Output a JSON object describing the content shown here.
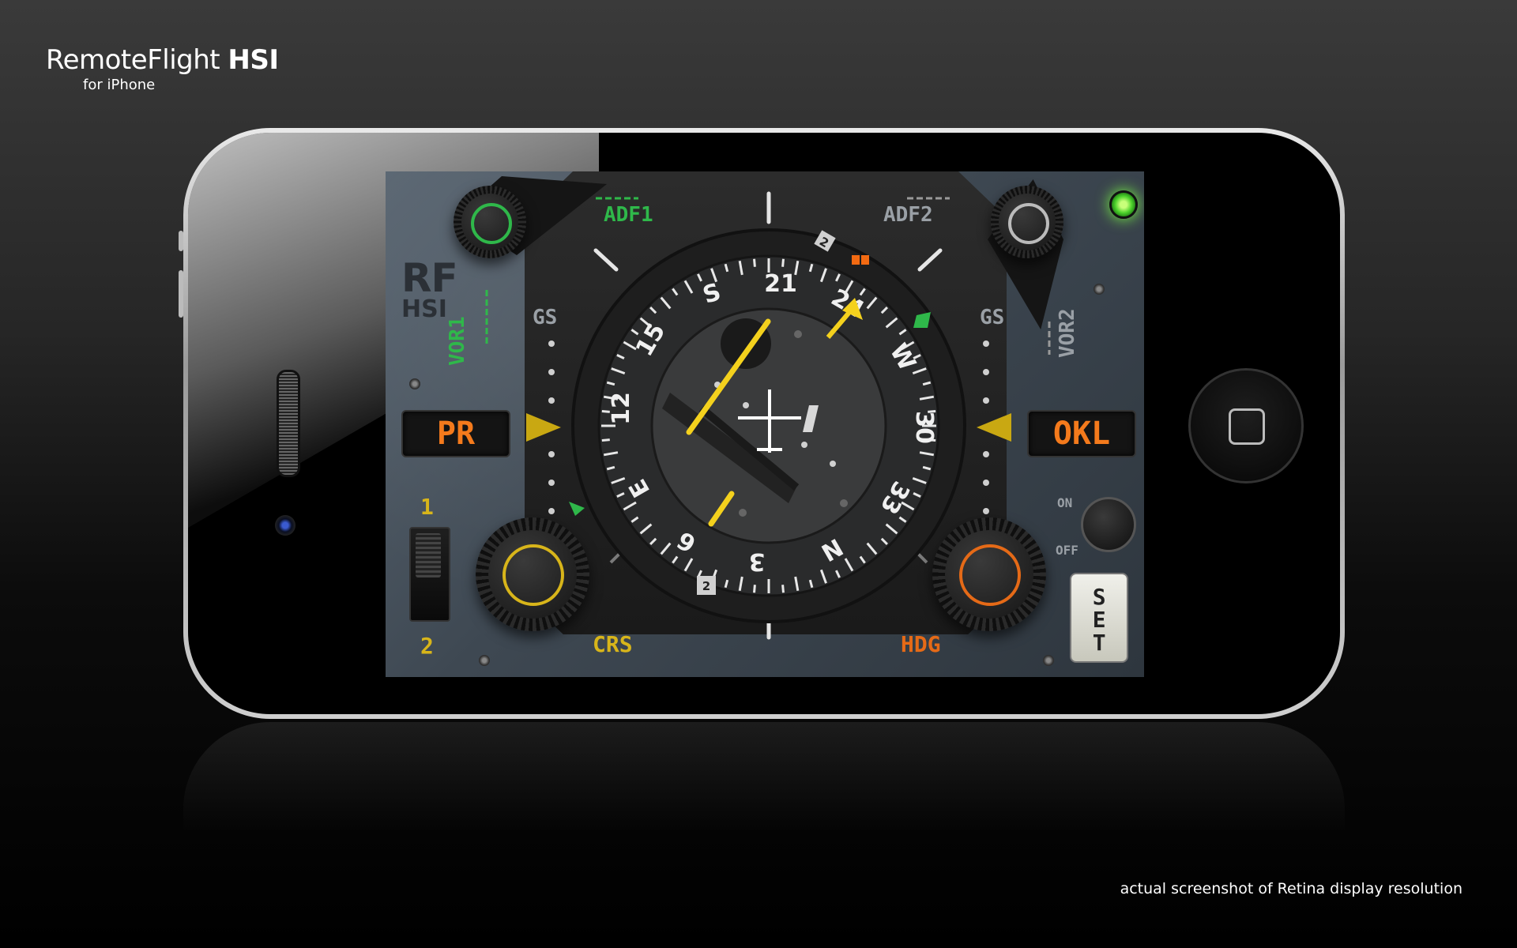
{
  "brand": {
    "name_part1": "Remote",
    "name_part2": "Flight",
    "name_part3": "HSI",
    "subtitle": "for iPhone"
  },
  "caption": "actual screenshot of Retina display resolution",
  "panel": {
    "logo_line1": "RF",
    "logo_line2": "HSI",
    "labels": {
      "adf1": "ADF1",
      "adf2": "ADF2",
      "vor1": "VOR1",
      "vor2": "VOR2",
      "gs_left": "GS",
      "gs_right": "GS",
      "crs": "CRS",
      "hdg": "HDG",
      "switch_top": "1",
      "switch_bottom": "2",
      "on": "ON",
      "off": "OFF",
      "set": "SET"
    },
    "readout_left": "PR",
    "readout_right": "OKL",
    "compass_labels": [
      "S",
      "21",
      "24",
      "W",
      "30",
      "33",
      "N",
      "3",
      "6",
      "E",
      "12",
      "15"
    ],
    "indicator_2": "2",
    "colors": {
      "accent_green": "#2fb84a",
      "accent_yellow": "#d8b51a",
      "accent_orange": "#e56a17",
      "led": "#4bd12b"
    }
  },
  "icons": [
    "home-button-icon",
    "camera-icon",
    "speaker-grille-icon",
    "aircraft-symbol-icon",
    "led-indicator-icon"
  ]
}
